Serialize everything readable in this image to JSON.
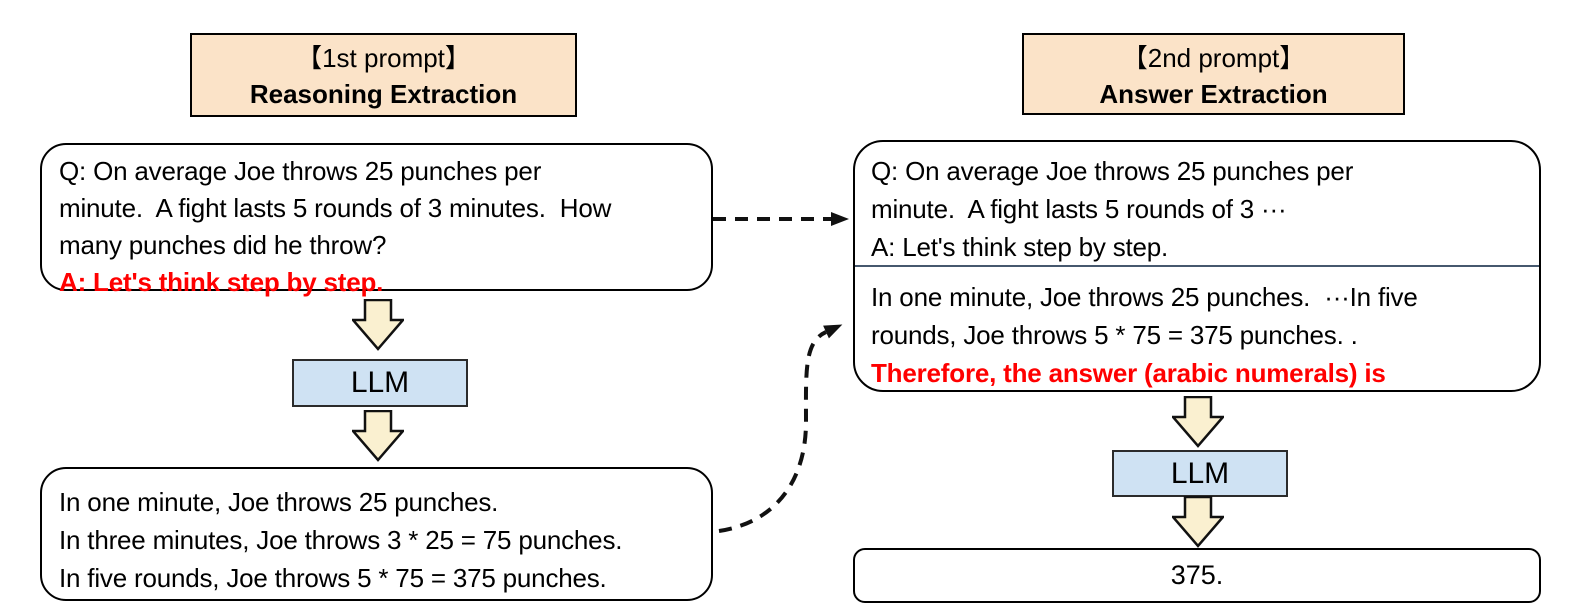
{
  "palette": {
    "header_fill": "#FBE3C8",
    "llm_fill": "#CFE2F3",
    "block_arrow_fill": "#FAF0D0",
    "box_border": "#000000",
    "divider_line": "#46586E",
    "highlight_red": "#FF0000"
  },
  "left": {
    "header": {
      "tag": "【1st prompt】",
      "title": "Reasoning Extraction"
    },
    "question_box": {
      "lines": [
        "Q: On average Joe throws 25 punches per",
        "minute.  A fight lasts 5 rounds of 3 minutes.  How",
        "many punches did he throw?"
      ],
      "trigger": "A: Let's think step by step."
    },
    "llm_label": "LLM",
    "reasoning_box": {
      "lines": [
        "In one minute, Joe throws 25 punches.",
        "In three minutes, Joe throws 3 * 25 = 75 punches.",
        "In five rounds, Joe throws 5 * 75 = 375 punches."
      ]
    }
  },
  "right": {
    "header": {
      "tag": "【2nd prompt】",
      "title": "Answer Extraction"
    },
    "prompt_box": {
      "question_lines": [
        "Q: On average Joe throws 25 punches per",
        "minute.  A fight lasts 5 rounds of 3 ···",
        "A: Let's think step by step."
      ],
      "reasoning_lines": [
        "In one minute, Joe throws 25 punches.  ···In five",
        "rounds, Joe throws 5 * 75 = 375 punches. ."
      ],
      "extraction_trigger": "Therefore, the answer (arabic numerals) is"
    },
    "llm_label": "LLM",
    "answer_box": {
      "value": "375."
    }
  },
  "icons": {
    "block_arrow": "down-block-arrow",
    "dashed_connector": "dashed-arrow"
  }
}
